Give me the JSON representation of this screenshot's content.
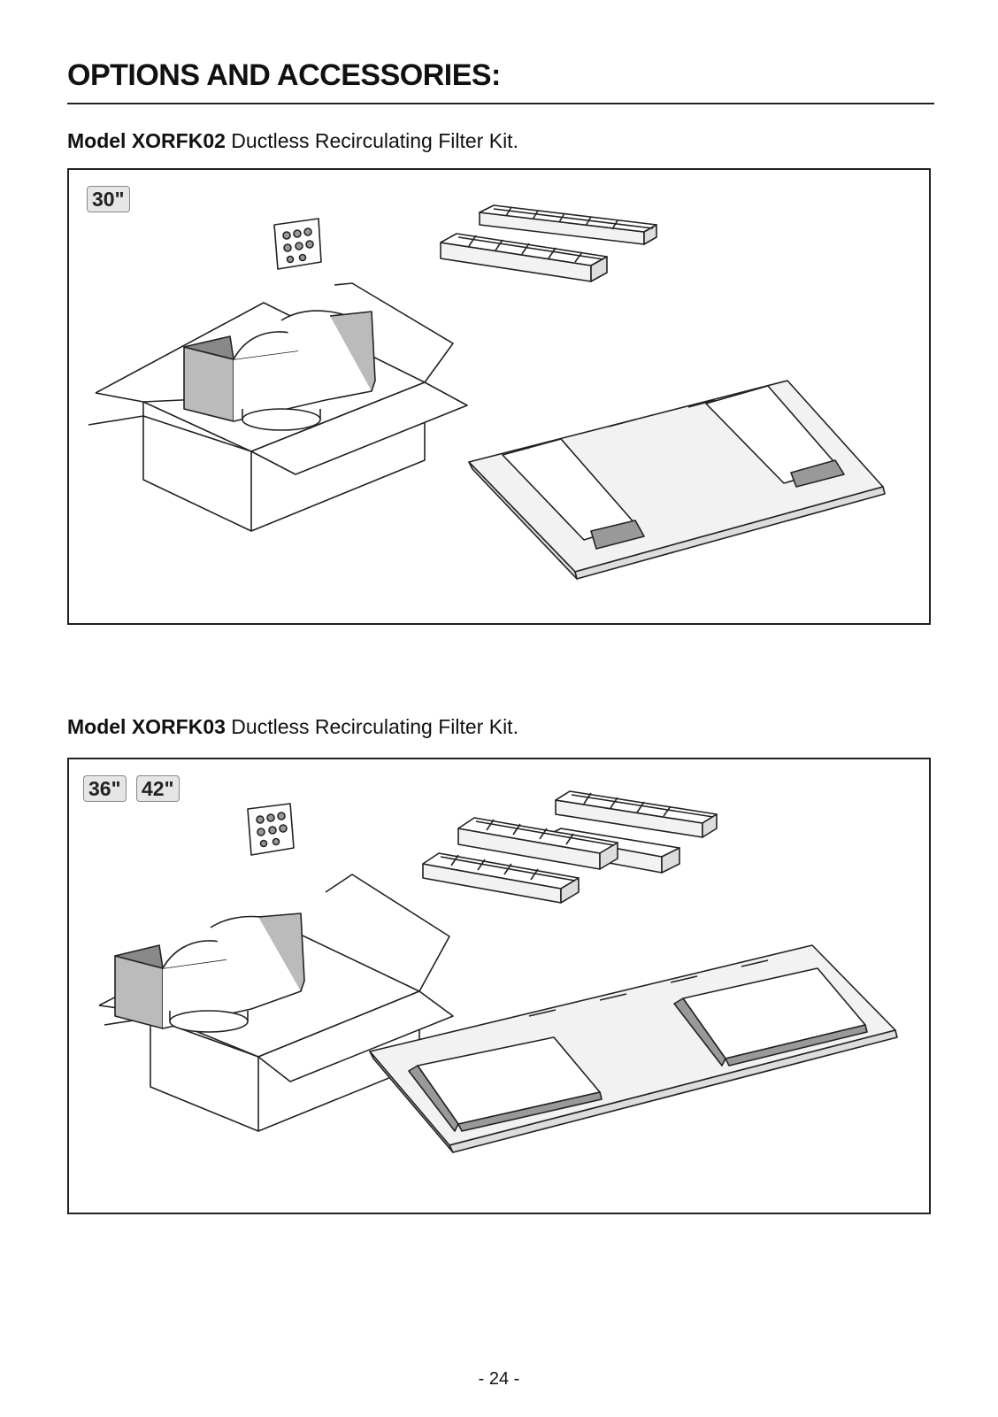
{
  "title": "OPTIONS AND ACCESSORIES:",
  "sections": [
    {
      "model": "Model XORFK02",
      "description": " Ductless Recirculating Filter Kit.",
      "sizes": [
        "30\""
      ]
    },
    {
      "model": "Model XORFK03",
      "description": " Ductless Recirculating Filter Kit.",
      "sizes": [
        "36\"",
        "42\""
      ]
    }
  ],
  "page_number": "- 24 -"
}
